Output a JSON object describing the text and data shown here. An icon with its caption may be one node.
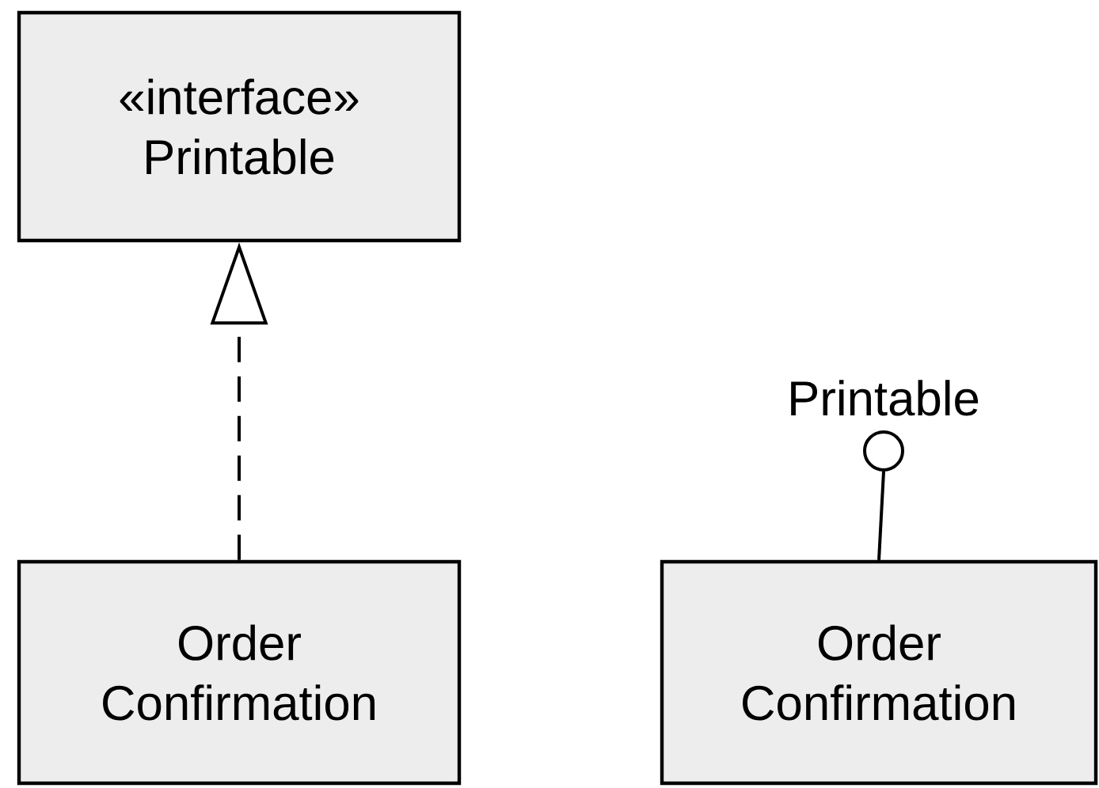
{
  "diagram": {
    "nodes": [
      {
        "text": [
          "«interface»",
          "Printable"
        ]
      },
      {
        "text": [
          "Order Confirmation"
        ]
      },
      {
        "text": [],
        "shape": "circle",
        "beside": [
          "Printable"
        ]
      },
      {
        "text": [
          "Order Confirmation"
        ]
      }
    ],
    "edges": [
      {
        "from": 1,
        "to": 0,
        "arrow": "to",
        "style": "dashed"
      },
      {
        "from": 3,
        "to": 2,
        "arrow": "none"
      }
    ]
  }
}
